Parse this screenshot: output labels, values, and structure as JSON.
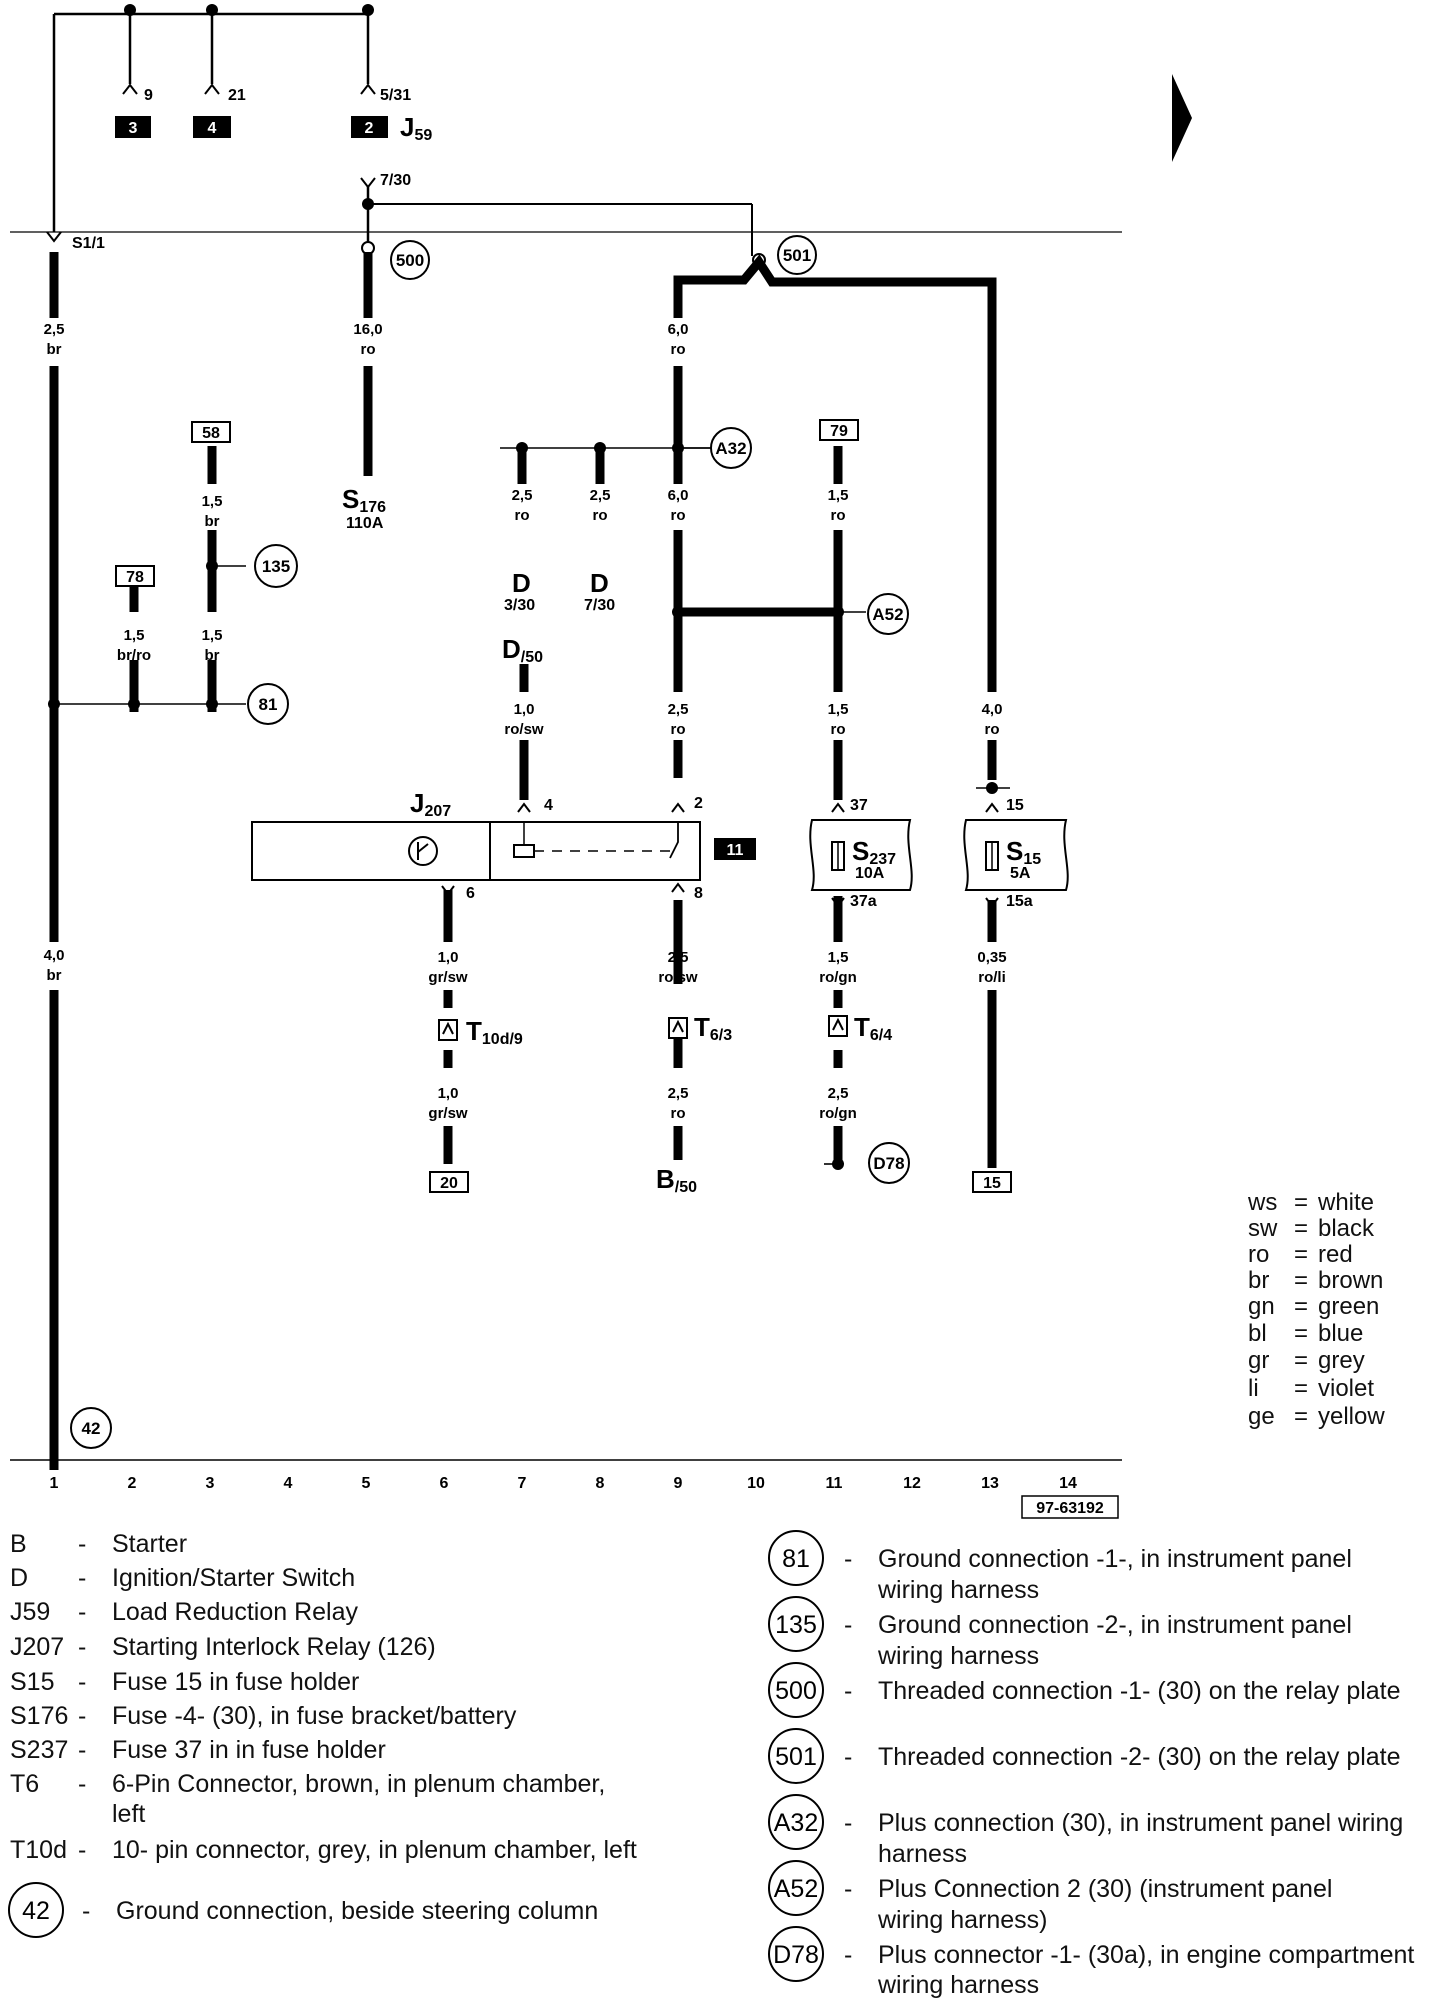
{
  "diagram": {
    "top_pins": [
      {
        "pin": "9",
        "tag": "3"
      },
      {
        "pin": "21",
        "tag": "4"
      },
      {
        "pin": "5/31",
        "tag": "2"
      }
    ],
    "relay_j59": {
      "base": "J",
      "sub": "59"
    },
    "pin_7_30": "7/30",
    "s1_1": "S1/1",
    "threaded_conn": [
      "500",
      "501"
    ],
    "wires": {
      "col1_top": [
        "2,5",
        "br"
      ],
      "col5": [
        "16,0",
        "ro"
      ],
      "col9_top": [
        "6,0",
        "ro"
      ],
      "col3_upper": [
        "1,5",
        "br"
      ],
      "col2": [
        "1,5",
        "br/ro"
      ],
      "col3_lower": [
        "1,5",
        "br"
      ],
      "col7a": [
        "2,5",
        "ro"
      ],
      "col8": [
        "2,5",
        "ro"
      ],
      "col9_mid": [
        "6,0",
        "ro"
      ],
      "col11_top": [
        "1,5",
        "ro"
      ],
      "col7_mid": [
        "1,0",
        "ro/sw"
      ],
      "col9_low": [
        "2,5",
        "ro"
      ],
      "col11_mid": [
        "1,5",
        "ro"
      ],
      "col13": [
        "4,0",
        "ro"
      ],
      "col1_mid": [
        "4,0",
        "br"
      ],
      "col6_a": [
        "1,0",
        "gr/sw"
      ],
      "col9_b": [
        "2,5",
        "ro/sw"
      ],
      "col11_b": [
        "1,5",
        "ro/gn"
      ],
      "col13_b": [
        "0,35",
        "ro/li"
      ],
      "col6_c": [
        "1,0",
        "gr/sw"
      ],
      "col9_c": [
        "2,5",
        "ro"
      ],
      "col11_c": [
        "2,5",
        "ro/gn"
      ]
    },
    "boxes": {
      "b58": "58",
      "b78": "78",
      "b79": "79",
      "b20": "20",
      "b15": "15",
      "b11": "11"
    },
    "ground_points": {
      "g135": "135",
      "g81": "81",
      "g42": "42"
    },
    "plus_points": {
      "a32": "A32",
      "a52": "A52",
      "d78": "D78"
    },
    "fuse_s176": {
      "base": "S",
      "sub": "176",
      "rating": "110A"
    },
    "switch_d": [
      {
        "name": "D",
        "pin": "3/30"
      },
      {
        "name": "D",
        "pin": "7/30"
      }
    ],
    "d50": {
      "base": "D",
      "sub": "/50"
    },
    "relay_j207": {
      "base": "J",
      "sub": "207",
      "pins": {
        "p4": "4",
        "p2": "2",
        "p6": "6",
        "p8": "8"
      }
    },
    "fuse_s237": {
      "base": "S",
      "sub": "237",
      "rating": "10A",
      "pin_in": "37",
      "pin_out": "37a"
    },
    "fuse_s15": {
      "base": "S",
      "sub": "15",
      "rating": "5A",
      "pin_in": "15",
      "pin_out": "15a"
    },
    "connectors": [
      {
        "base": "T",
        "sub": "10d/9"
      },
      {
        "base": "T",
        "sub": "6/3"
      },
      {
        "base": "T",
        "sub": "6/4"
      }
    ],
    "b50": {
      "base": "B",
      "sub": "/50"
    },
    "columns": [
      "1",
      "2",
      "3",
      "4",
      "5",
      "6",
      "7",
      "8",
      "9",
      "10",
      "11",
      "12",
      "13",
      "14"
    ],
    "ref": "97-63192"
  },
  "color_legend": [
    {
      "code": "ws",
      "color": "white"
    },
    {
      "code": "sw",
      "color": "black"
    },
    {
      "code": "ro",
      "color": "red"
    },
    {
      "code": "br",
      "color": "brown"
    },
    {
      "code": "gn",
      "color": "green"
    },
    {
      "code": "bl",
      "color": "blue"
    },
    {
      "code": "gr",
      "color": "grey"
    },
    {
      "code": "li",
      "color": "violet"
    },
    {
      "code": "ge",
      "color": "yellow"
    }
  ],
  "legend_left": [
    {
      "code": "B",
      "desc": "Starter"
    },
    {
      "code": "D",
      "desc": "Ignition/Starter Switch"
    },
    {
      "code": "J59",
      "desc": "Load Reduction Relay"
    },
    {
      "code": "J207",
      "desc": "Starting Interlock Relay (126)"
    },
    {
      "code": "S15",
      "desc": "Fuse 15 in fuse holder"
    },
    {
      "code": "S176",
      "desc": "Fuse -4- (30), in fuse bracket/battery"
    },
    {
      "code": "S237",
      "desc": "Fuse 37 in in fuse holder"
    },
    {
      "code": "T6",
      "desc": "6-Pin Connector, brown, in plenum chamber,",
      "desc2": "left"
    },
    {
      "code": "T10d",
      "desc": "10- pin connector, grey,  in plenum chamber, left"
    }
  ],
  "legend_ground42": {
    "code": "42",
    "desc": "Ground connection, beside steering column"
  },
  "legend_right": [
    {
      "code": "81",
      "desc": "Ground connection -1-, in instrument panel",
      "desc2": "wiring harness"
    },
    {
      "code": "135",
      "desc": "Ground connection -2-, in instrument panel",
      "desc2": "wiring harness"
    },
    {
      "code": "500",
      "desc": "Threaded connection -1- (30) on the relay plate",
      "desc2": ""
    },
    {
      "code": "501",
      "desc": "Threaded connection -2- (30) on the relay plate",
      "desc2": ""
    },
    {
      "code": "A32",
      "desc": "Plus connection (30), in instrument panel wiring",
      "desc2": "harness"
    },
    {
      "code": "A52",
      "desc": "Plus Connection 2 (30) (instrument panel",
      "desc2": "wiring harness)"
    },
    {
      "code": "D78",
      "desc": "Plus connector -1- (30a), in engine compartment",
      "desc2": "wiring harness"
    }
  ]
}
